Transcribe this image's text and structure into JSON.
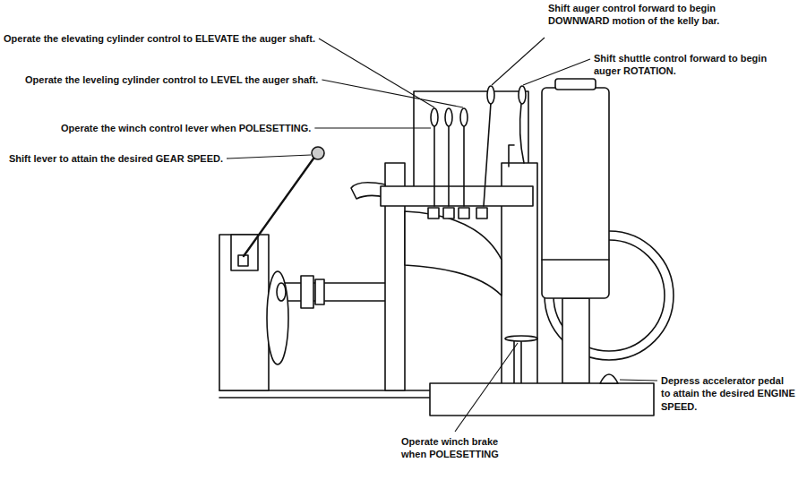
{
  "diagram": {
    "labels": [
      "Shift auger control forward to begin DOWNWARD motion of the kelly bar.",
      "Shift shuttle control forward to begin auger ROTATION.",
      "Operate the elevating cylinder control to ELEVATE the auger shaft.",
      "Operate the leveling cylinder control to LEVEL the auger shaft.",
      "Operate the winch control lever when POLESETTING.",
      "Shift lever to attain the desired GEAR SPEED.",
      "Depress accelerator pedal to attain the desired ENGINE SPEED.",
      "Operate winch brake when POLESETTING"
    ]
  }
}
